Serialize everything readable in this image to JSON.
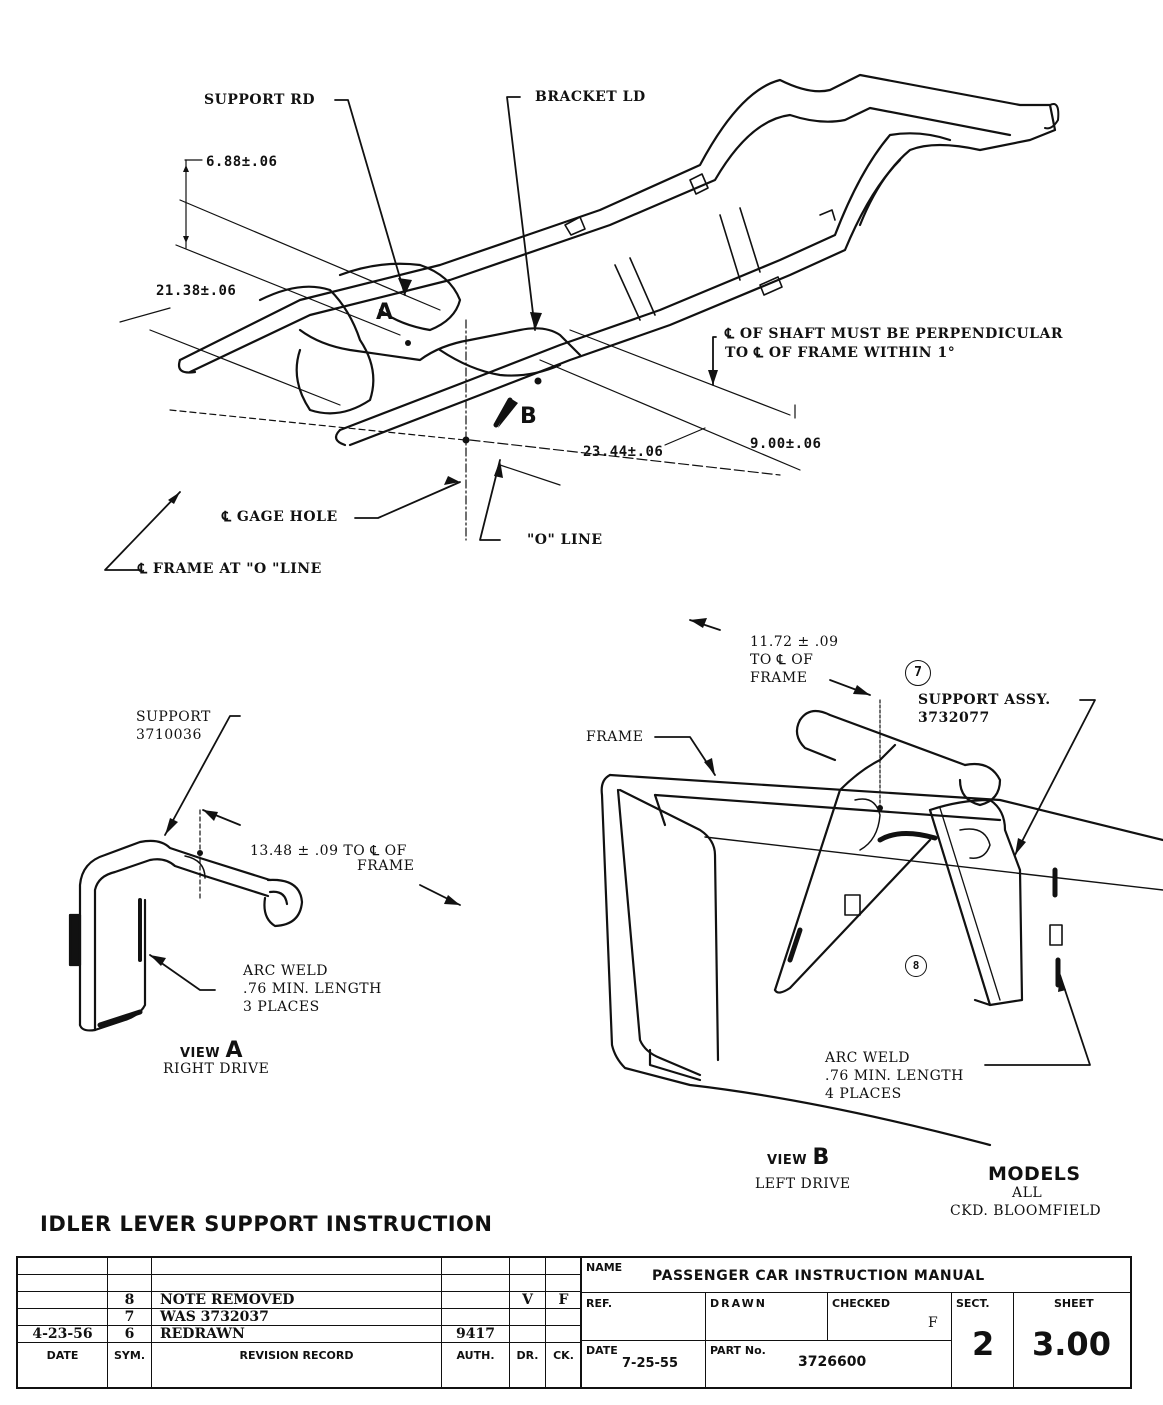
{
  "drawing_title": "IDLER LEVER SUPPORT INSTRUCTION",
  "main_view": {
    "callouts": {
      "support_rd": "SUPPORT RD",
      "bracket_ld": "BRACKET LD",
      "dim_vertical": "6.88±.06",
      "dim_lateral": "21.38±.06",
      "dim_o_line": "23.44±.06",
      "dim_shaft": "9.00±.06",
      "shaft_note_line1": "℄ OF SHAFT MUST BE PERPENDICULAR",
      "shaft_note_line2": "TO ℄ OF FRAME WITHIN 1°",
      "gage_hole": "℄ GAGE HOLE",
      "o_line": "\"O\" LINE",
      "frame_at_o_line": "℄ FRAME AT \"O \"LINE",
      "view_a_marker": "A",
      "view_b_marker": "B"
    }
  },
  "view_a": {
    "part_label": "SUPPORT",
    "part_number": "3710036",
    "dimension_line1": "13.48 ± .09 TO ℄ OF",
    "dimension_line2": "FRAME",
    "weld_line1": "ARC WELD",
    "weld_line2": ".76 MIN. LENGTH",
    "weld_line3": "3 PLACES",
    "view_word": "VIEW",
    "view_letter": "A",
    "caption": "RIGHT DRIVE"
  },
  "view_b": {
    "dimension_line1": "11.72 ± .09",
    "dimension_line2": "TO ℄ OF",
    "dimension_line3": "FRAME",
    "ref_7": "7",
    "ref_8": "8",
    "assy_label": "SUPPORT ASSY.",
    "assy_number": "3732077",
    "frame_label": "FRAME",
    "weld_line1": "ARC WELD",
    "weld_line2": ".76 MIN. LENGTH",
    "weld_line3": "4 PLACES",
    "view_word": "VIEW",
    "view_letter": "B",
    "caption": "LEFT DRIVE"
  },
  "models": {
    "heading": "MODELS",
    "value": "ALL",
    "checked_by": "CKD. BLOOMFIELD"
  },
  "revision_table": {
    "headers": [
      "DATE",
      "SYM.",
      "REVISION RECORD",
      "AUTH.",
      "DR.",
      "CK."
    ],
    "rows": [
      [
        "",
        "",
        "",
        "",
        "",
        ""
      ],
      [
        "",
        "",
        "",
        "",
        "",
        ""
      ],
      [
        "",
        "8",
        "NOTE REMOVED",
        "",
        "V",
        "F"
      ],
      [
        "",
        "7",
        "WAS 3732037",
        "",
        "",
        ""
      ],
      [
        "4-23-56",
        "6",
        "REDRAWN",
        "9417",
        "",
        ""
      ]
    ]
  },
  "title_block": {
    "name_label": "NAME",
    "name_value": "PASSENGER CAR INSTRUCTION MANUAL",
    "ref_label": "REF.",
    "drawn_label": "DRAWN",
    "checked_label": "CHECKED",
    "checked_value": "F",
    "date_label": "DATE",
    "date_value": "7-25-55",
    "part_label": "PART No.",
    "part_value": "3726600",
    "sect_label": "SECT.",
    "sect_value": "2",
    "sheet_label": "SHEET",
    "sheet_value": "3.00"
  }
}
